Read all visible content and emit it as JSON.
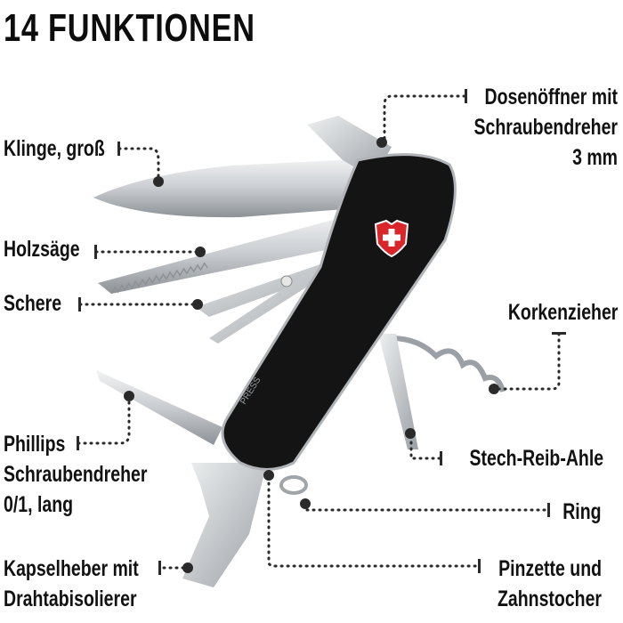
{
  "title": "14 FUNKTIONEN",
  "colors": {
    "text": "#111111",
    "handle": "#141414",
    "steel": "#c8ccd0",
    "badge_red": "#d9262b",
    "dots": "#2a2a2a"
  },
  "callouts": {
    "klinge": {
      "label": "Klinge, groß"
    },
    "dosen": {
      "lines": [
        "Dosenöffner mit",
        "Schraubendreher",
        "3 mm"
      ]
    },
    "holzsaege": {
      "label": "Holzsäge"
    },
    "schere": {
      "label": "Schere"
    },
    "korken": {
      "label": "Korkenzieher"
    },
    "phillips": {
      "lines": [
        "Phillips",
        "Schraubendreher",
        "0/1, lang"
      ]
    },
    "ahle": {
      "label": "Stech-Reib-Ahle"
    },
    "ring": {
      "label": "Ring"
    },
    "kapsel": {
      "lines": [
        "Kapselheber mit",
        "Drahtabisolierer"
      ]
    },
    "pinzette": {
      "lines": [
        "Pinzette und",
        "Zahnstocher"
      ]
    }
  },
  "product": {
    "handle_text": "PRESS",
    "icon": "swiss-cross-shield-icon"
  }
}
